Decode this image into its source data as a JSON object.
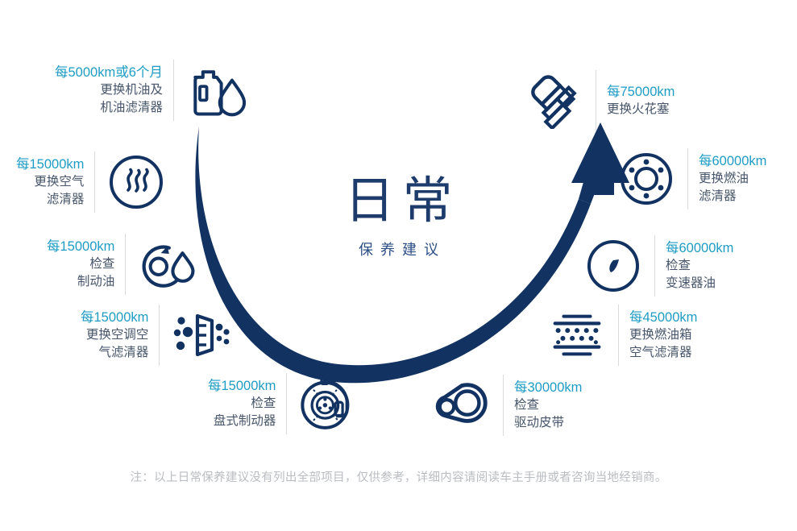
{
  "center": {
    "title": "日常",
    "subtitle": "保养建议"
  },
  "colors": {
    "accent_km": "#1f9cc4",
    "text_dark": "#47566b",
    "navy": "#123262",
    "title_navy": "#1d3b6b",
    "divider": "#d8dade",
    "footer": "#b9bcc1",
    "background": "#ffffff"
  },
  "arc": {
    "description": "upward-sweeping U arc with arrowhead at top right",
    "color": "#123262"
  },
  "items": [
    {
      "id": "engine-oil",
      "side": "left",
      "km": "每5000km或6个月",
      "desc_lines": [
        "更换机油及",
        "机油滤清器"
      ],
      "icon": "oil-bottle-icon"
    },
    {
      "id": "air-filter",
      "side": "left",
      "km": "每15000km",
      "desc_lines": [
        "更换空气",
        "滤清器"
      ],
      "icon": "air-filter-icon"
    },
    {
      "id": "brake-fluid",
      "side": "left",
      "km": "每15000km",
      "desc_lines": [
        "检查",
        "制动油"
      ],
      "icon": "brake-fluid-icon"
    },
    {
      "id": "cabin-air-filter",
      "side": "left",
      "km": "每15000km",
      "desc_lines": [
        "更换空调空",
        "气滤清器"
      ],
      "icon": "cabin-filter-icon"
    },
    {
      "id": "disc-brake",
      "side": "left",
      "km": "每15000km",
      "desc_lines": [
        "检查",
        "盘式制动器"
      ],
      "icon": "disc-brake-icon"
    },
    {
      "id": "drive-belt",
      "side": "right",
      "km": "每30000km",
      "desc_lines": [
        "检查",
        "驱动皮带"
      ],
      "icon": "drive-belt-icon"
    },
    {
      "id": "fuel-tank-air-filter",
      "side": "right",
      "km": "每45000km",
      "desc_lines": [
        "更换燃油箱",
        "空气滤清器"
      ],
      "icon": "fuel-tank-filter-icon"
    },
    {
      "id": "transmission-oil",
      "side": "right",
      "km": "每60000km",
      "desc_lines": [
        "检查",
        "变速器油"
      ],
      "icon": "gauge-icon"
    },
    {
      "id": "fuel-filter",
      "side": "right",
      "km": "每60000km",
      "desc_lines": [
        "更换燃油",
        "滤清器"
      ],
      "icon": "fuel-filter-icon"
    },
    {
      "id": "spark-plug",
      "side": "right",
      "km": "每75000km",
      "desc_lines": [
        "更换火花塞"
      ],
      "icon": "spark-plug-icon"
    }
  ],
  "footer": {
    "note": "注：以上日常保养建议没有列出全部项目，仅供参考，详细内容请阅读车主手册或者咨询当地经销商。"
  }
}
